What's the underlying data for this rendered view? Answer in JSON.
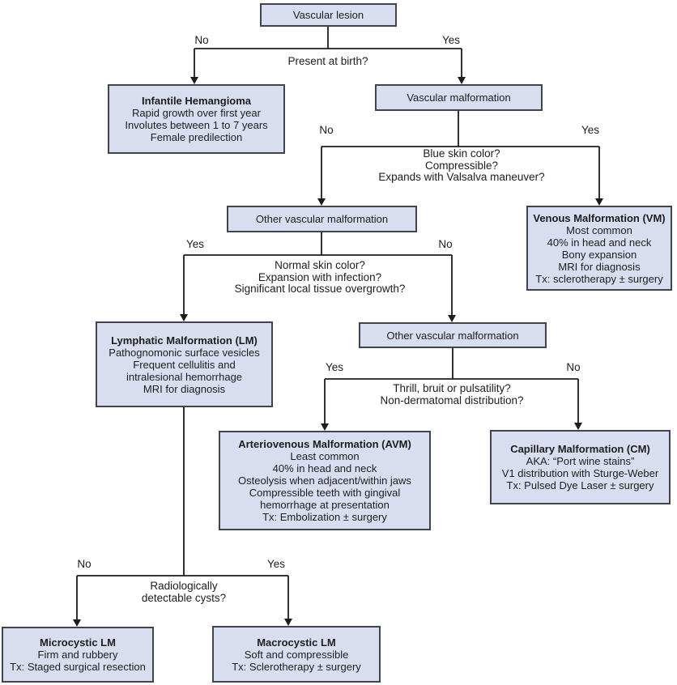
{
  "colors": {
    "background": "#ffffff",
    "box_fill": "#d9ddf0",
    "box_border": "#41444d",
    "line": "#1c1c1c",
    "text": "#1d1d1d"
  },
  "nodes": {
    "vascular_lesion": {
      "title": "Vascular lesion"
    },
    "infantile_hemangioma": {
      "title": "Infantile Hemangioma",
      "lines": [
        "Rapid growth over first year",
        "Involutes between 1 to 7 years",
        "Female predilection"
      ]
    },
    "vascular_malformation": {
      "title": "Vascular malformation"
    },
    "other_vascular_malformation_1": {
      "title": "Other vascular malformation"
    },
    "venous_malformation": {
      "title": "Venous Malformation (VM)",
      "lines": [
        "Most common",
        "40% in head and neck",
        "Bony expansion",
        "MRI for diagnosis",
        "Tx: sclerotherapy ± surgery"
      ]
    },
    "lymphatic_malformation": {
      "title": "Lymphatic Malformation (LM)",
      "lines": [
        "Pathognomonic surface vesicles",
        "Frequent cellulitis and",
        "intralesional hemorrhage",
        "MRI for diagnosis"
      ]
    },
    "other_vascular_malformation_2": {
      "title": "Other vascular malformation"
    },
    "arteriovenous_malformation": {
      "title": "Arteriovenous Malformation (AVM)",
      "lines": [
        "Least common",
        "40% in head and neck",
        "Osteolysis when adjacent/within jaws",
        "Compressible teeth with gingival",
        "hemorrhage at presentation",
        "Tx: Embolization ± surgery"
      ]
    },
    "capillary_malformation": {
      "title": "Capillary Malformation (CM)",
      "lines": [
        "AKA: “Port wine stains”",
        "V1 distribution with Sturge-Weber",
        "Tx: Pulsed Dye Laser ± surgery"
      ]
    },
    "microcystic_lm": {
      "title": "Microcystic LM",
      "lines": [
        "Firm and rubbery",
        "Tx: Staged surgical resection"
      ]
    },
    "macrocystic_lm": {
      "title": "Macrocystic LM",
      "lines": [
        "Soft and compressible",
        "Tx: Sclerotherapy ± surgery"
      ]
    }
  },
  "branches": {
    "present_at_birth": {
      "no": "No",
      "yes": "Yes",
      "question_lines": [
        "Present at birth?"
      ]
    },
    "venous_criteria": {
      "no": "No",
      "yes": "Yes",
      "question_lines": [
        "Blue skin color?",
        "Compressible?",
        "Expands with Valsalva maneuver?"
      ]
    },
    "lymphatic_criteria": {
      "yes": "Yes",
      "no": "No",
      "question_lines": [
        "Normal skin color?",
        "Expansion with infection?",
        "Significant local tissue overgrowth?"
      ]
    },
    "avm_criteria": {
      "yes": "Yes",
      "no": "No",
      "question_lines": [
        "Thrill, bruit or pulsatility?",
        "Non-dermatomal distribution?"
      ]
    },
    "cyst_criteria": {
      "no": "No",
      "yes": "Yes",
      "question_lines": [
        "Radiologically",
        "detectable cysts?"
      ]
    }
  }
}
